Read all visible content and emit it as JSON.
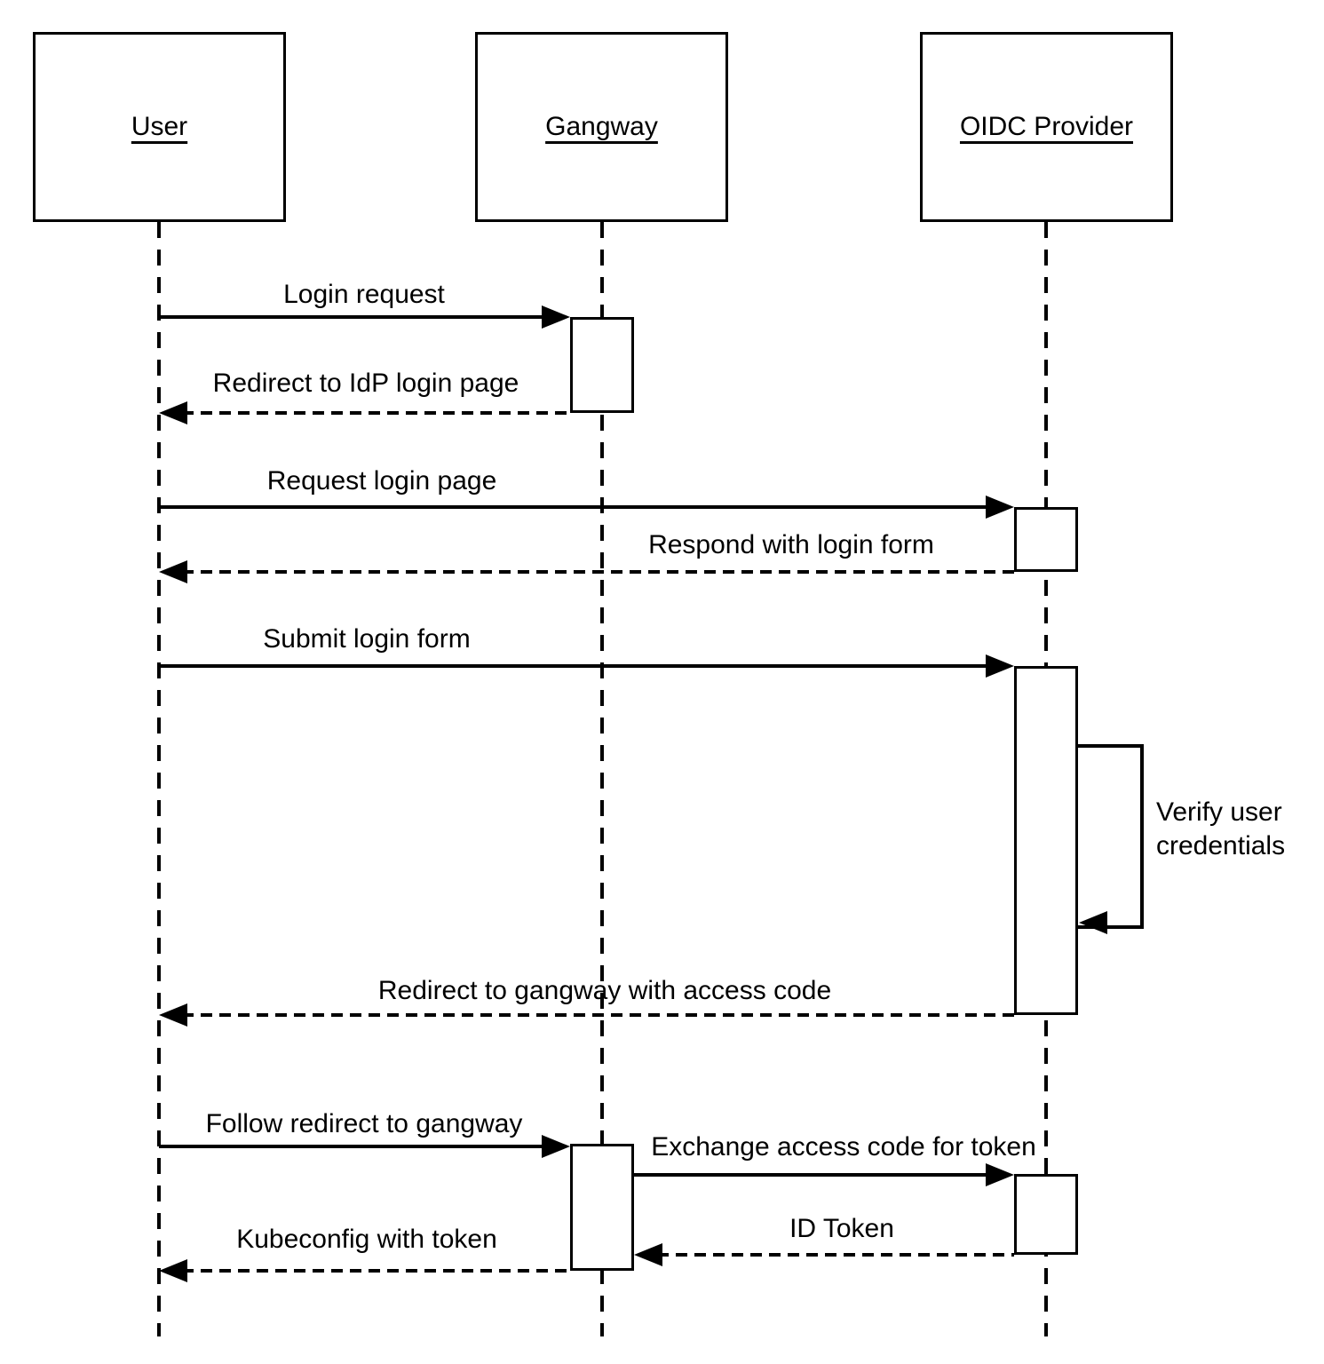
{
  "diagram": {
    "type": "uml-sequence",
    "colors": {
      "line": "#000000",
      "background": "#ffffff",
      "text": "#000000"
    },
    "actors": [
      {
        "name": "User"
      },
      {
        "name": "Gangway"
      },
      {
        "name": "OIDC Provider"
      }
    ],
    "messages": [
      {
        "from": "User",
        "to": "Gangway",
        "label": "Login request",
        "style": "solid"
      },
      {
        "from": "Gangway",
        "to": "User",
        "label": "Redirect to IdP login page",
        "style": "dashed"
      },
      {
        "from": "User",
        "to": "OIDC Provider",
        "label": "Request login page",
        "style": "solid"
      },
      {
        "from": "OIDC Provider",
        "to": "User",
        "label": "Respond with login form",
        "style": "dashed"
      },
      {
        "from": "User",
        "to": "OIDC Provider",
        "label": "Submit login form",
        "style": "solid"
      },
      {
        "from": "OIDC Provider",
        "to": "OIDC Provider",
        "label": "Verify user credentials",
        "style": "self"
      },
      {
        "from": "OIDC Provider",
        "to": "User",
        "label": "Redirect to gangway with access code",
        "style": "dashed"
      },
      {
        "from": "User",
        "to": "Gangway",
        "label": "Follow redirect to gangway",
        "style": "solid"
      },
      {
        "from": "Gangway",
        "to": "OIDC Provider",
        "label": "Exchange access code for token",
        "style": "solid"
      },
      {
        "from": "OIDC Provider",
        "to": "Gangway",
        "label": "ID Token",
        "style": "dashed"
      },
      {
        "from": "Gangway",
        "to": "User",
        "label": "Kubeconfig with token",
        "style": "dashed"
      }
    ]
  }
}
